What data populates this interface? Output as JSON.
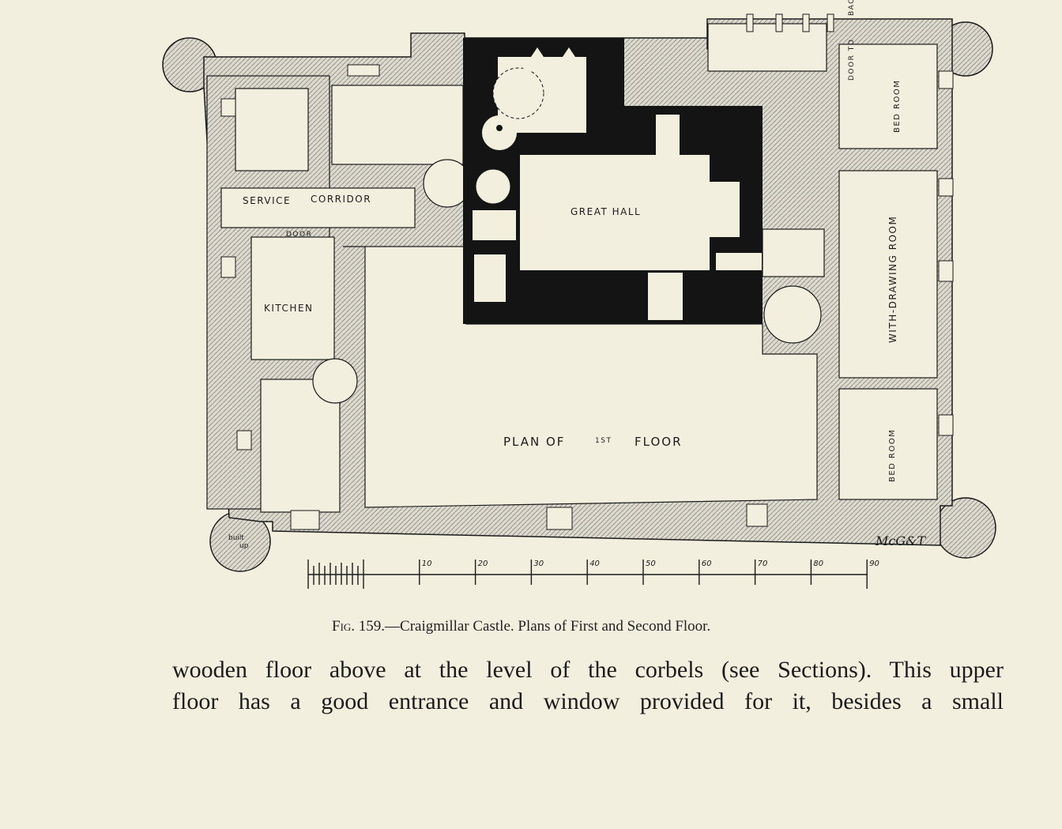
{
  "plan": {
    "labels": {
      "service": "SERVICE",
      "corridor": "CORRIDOR",
      "door": "DOOR",
      "kitchen": "KITCHEN",
      "great_hall": "GREAT HALL",
      "plan_title_1": "PLAN OF",
      "plan_title_sup": "1ST",
      "plan_title_2": "FLOOR",
      "bed_room": "BED ROOM",
      "withdrawing_room": "WITH-DRAWING ROOM",
      "door_to": "DOOR TO",
      "door_to_suffix": "BAC",
      "built_up_1": "built",
      "built_up_2": "up",
      "signature": "McG&T"
    },
    "scale_labels": [
      "10",
      "20",
      "30",
      "40",
      "50",
      "60",
      "70",
      "80",
      "90"
    ]
  },
  "caption": {
    "fig": "Fig. 159.",
    "text": "—Craigmillar Castle.  Plans of First and Second Floor."
  },
  "body": {
    "line1": "wooden floor above at the level of the corbels (see Sections).  This upper",
    "line2": "floor has a good entrance and window provided for it, besides a small"
  },
  "colors": {
    "paper": "#f3efdf",
    "ink": "#1a1a1a",
    "wall_fill": "#d9d6cb"
  }
}
